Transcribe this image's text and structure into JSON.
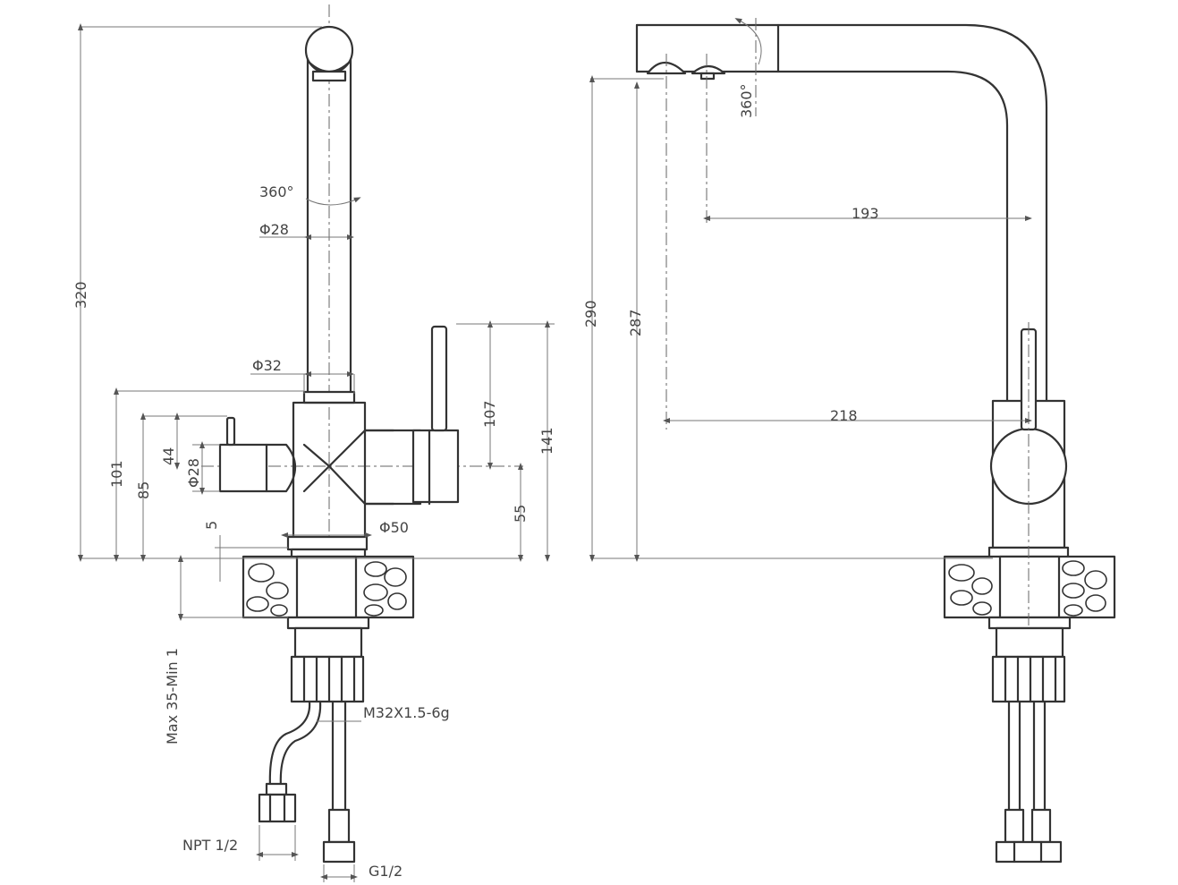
{
  "dimensions": {
    "height_total": "320",
    "rotation_spout": "360°",
    "spout_diameter": "Φ28",
    "base_diameter_top": "Φ32",
    "height_101": "101",
    "height_85": "85",
    "height_44": "44",
    "side_handle_diameter": "Φ28",
    "gap_5": "5",
    "base_diameter": "Φ50",
    "lever_height": "107",
    "right_height_141": "141",
    "right_height_55": "55",
    "counter_thickness": "Max 35-Min 1",
    "thread": "M32X1.5-6g",
    "npt": "NPT 1/2",
    "g12": "G1/2",
    "rotation_head": "360°",
    "reach_193": "193",
    "height_290": "290",
    "height_287": "287",
    "reach_218": "218"
  },
  "colors": {
    "line": "#333333",
    "dimension": "#777777",
    "background": "#ffffff"
  }
}
